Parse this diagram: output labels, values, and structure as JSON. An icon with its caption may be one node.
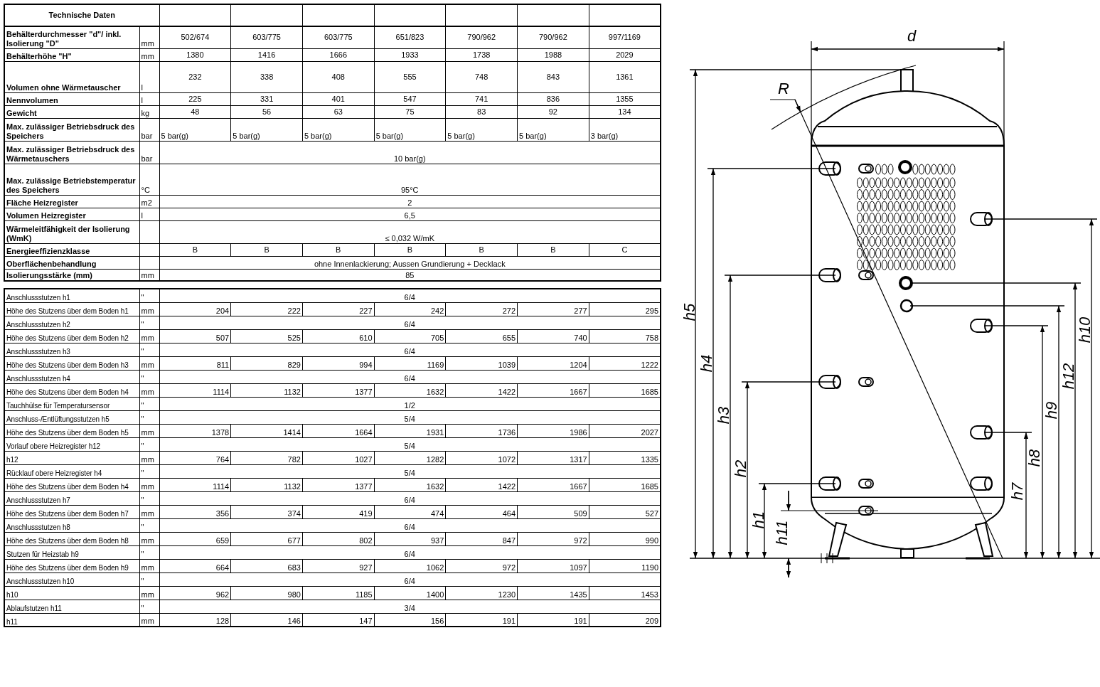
{
  "diagram": {
    "labels": [
      "Technische Daten",
      "Behälterdurchmesser \"d\"/ inkl. Isolierung \"D\"",
      "mm",
      "502/674",
      "603/775",
      "603/775",
      "651/823",
      "790/962",
      "790/962",
      "997/1169",
      "Behälterhöhe \"H\"",
      "mm",
      "1380",
      "1416",
      "1666",
      "1933",
      "1738",
      "1988",
      "2029",
      "Volumen ohne Wärmetauscher",
      "l",
      "232",
      "338",
      "408",
      "555",
      "748",
      "843",
      "1361",
      "Nennvolumen",
      "l",
      "225",
      "331",
      "401",
      "547",
      "741",
      "836",
      "1355",
      "Gewicht",
      "kg",
      "48",
      "56",
      "63",
      "75",
      "83",
      "92",
      "134",
      "Max. zulässiger Betriebsdruck des Speichers",
      "bar",
      "5 bar(g)",
      "5 bar(g)",
      "5 bar(g)",
      "5 bar(g)",
      "5 bar(g)",
      "5 bar(g)",
      "3 bar(g)",
      "Max. zulässiger Betriebsdruck des Wärmetauschers",
      "bar",
      "10 bar(g)",
      "Max. zulässige Betriebstemperatur des Speichers",
      "°C",
      "95°C",
      "Fläche Heizregister",
      "m2",
      "2",
      "Volumen Heizregister",
      "l",
      "6,5",
      "Wärmeleitfähigkeit der Isolierung (WmK)",
      "≤ 0,032 W/mK",
      "Energieeffizienzklasse",
      "B",
      "B",
      "B",
      "B",
      "B",
      "B",
      "C",
      "Oberflächenbehandlung",
      "ohne Innenlackierung; Aussen Grundierung + Decklack",
      "Isolierungsstärke (mm)",
      "mm",
      "85",
      "Anschlussstutzen h1",
      "\"",
      "6/4",
      "Höhe des Stutzens über dem Boden h1",
      "mm",
      "204",
      "222",
      "227",
      "242",
      "272",
      "277",
      "295",
      "Anschlussstutzen h2",
      "\"",
      "6/4",
      "Höhe des Stutzens über dem Boden h2",
      "mm",
      "507",
      "525",
      "610",
      "705",
      "655",
      "740",
      "758",
      "Anschlussstutzen h3",
      "\"",
      "6/4",
      "Höhe des Stutzens über dem Boden h3",
      "mm",
      "811",
      "829",
      "994",
      "1169",
      "1039",
      "1204",
      "1222",
      "Anschlussstutzen h4",
      "\"",
      "6/4",
      "Höhe des Stutzens über dem Boden h4",
      "mm",
      "1114",
      "1132",
      "1377",
      "1632",
      "1422",
      "1667",
      "1685",
      "Tauchhülse für Temperatursensor",
      "\"",
      "1/2",
      "Anschluss-/Entlüftungsstutzen h5",
      "\"",
      "5/4",
      "Höhe des Stutzens über dem Boden h5",
      "mm",
      "1378",
      "1414",
      "1664",
      "1931",
      "1736",
      "1986",
      "2027",
      "Vorlauf obere Heizregister h12",
      "\"",
      "5/4",
      "h12",
      "mm",
      "764",
      "782",
      "1027",
      "1282",
      "1072",
      "1317",
      "1335",
      "Rücklauf obere Heizregister h4",
      "\"",
      "5/4",
      "Höhe des Stutzens über dem Boden h4",
      "mm",
      "1114",
      "1132",
      "1377",
      "1632",
      "1422",
      "1667",
      "1685",
      "Anschlussstutzen h7",
      "\"",
      "6/4",
      "Höhe des Stutzens über dem Boden h7",
      "mm",
      "356",
      "374",
      "419",
      "474",
      "464",
      "509",
      "527",
      "Anschlussstutzen h8",
      "\"",
      "6/4",
      "Höhe des Stutzens über dem Boden h8",
      "mm",
      "659",
      "677",
      "802",
      "937",
      "847",
      "972",
      "990",
      "Stutzen für Heizstab h9",
      "\"",
      "6/4",
      "Höhe des Stutzens über dem Boden h9",
      "mm",
      "664",
      "683",
      "927",
      "1062",
      "972",
      "1097",
      "1190",
      "Anschlussstutzen h10",
      "\"",
      "6/4",
      "h10",
      "mm",
      "962",
      "980",
      "1185",
      "1400",
      "1230",
      "1435",
      "1453",
      "Ablaufstutzen h11",
      "\"",
      "3/4",
      "h11",
      "mm",
      "128",
      "146",
      "147",
      "156",
      "191",
      "191",
      "209",
      "d",
      "R",
      "h5",
      "h4",
      "h3",
      "h2",
      "h1",
      "h11",
      "h7",
      "h8",
      "h9",
      "h12",
      "h10"
    ]
  }
}
